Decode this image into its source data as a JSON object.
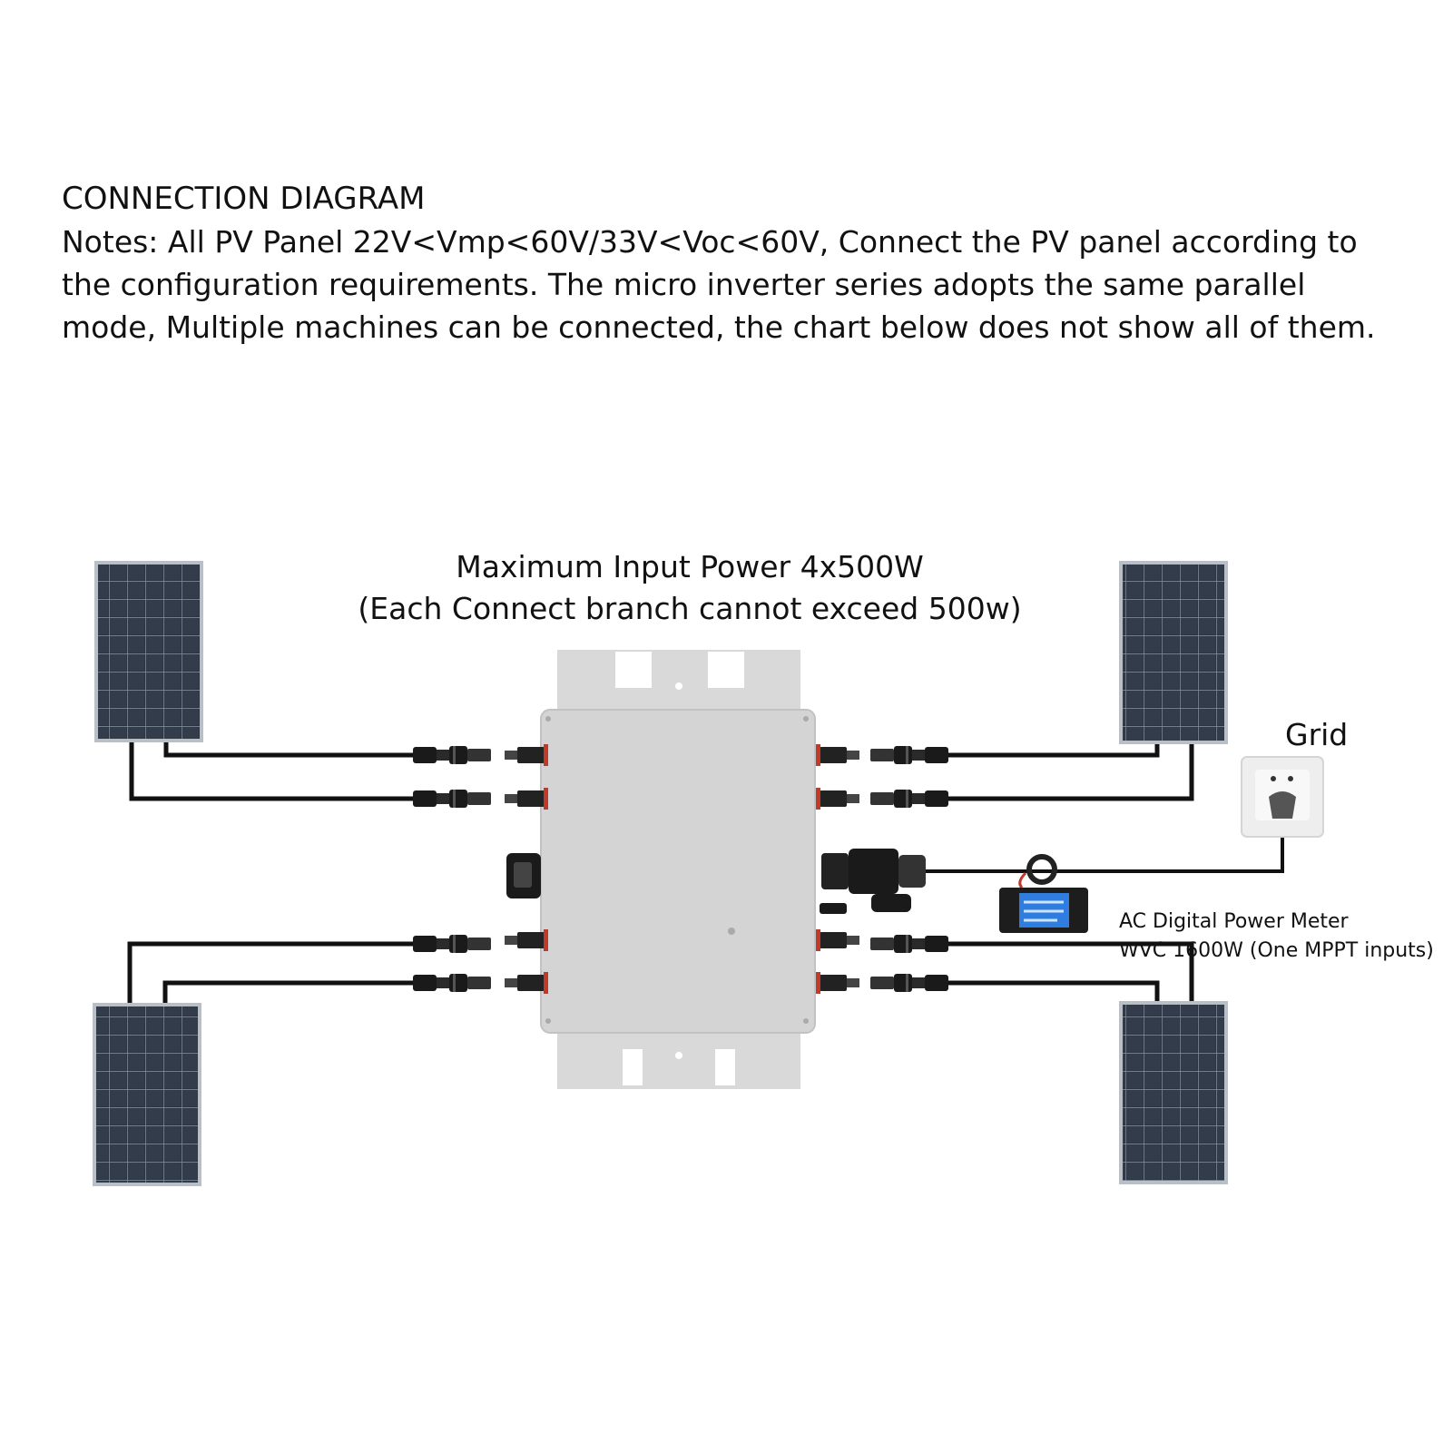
{
  "header": {
    "title": "CONNECTION DIAGRAM",
    "notes": "Notes: All PV Panel 22V<Vmp<60V/33V<Voc<60V, Connect the PV panel according to the configuration requirements. The micro inverter series adopts the same parallel mode, Multiple machines can be connected, the chart below does not show all of them."
  },
  "diagram": {
    "caption_line1": "Maximum Input Power 4x500W",
    "caption_line2": "(Each Connect branch cannot exceed 500w)",
    "grid_label": "Grid",
    "meter_label_line1": "AC Digital Power Meter",
    "meter_label_line2": "WVC 1600W (One MPPT inputs)"
  },
  "colors": {
    "panel": "#2b3440",
    "panel_frame": "#b9bfc6",
    "inverter": "#d4d4d4",
    "inverter_mount": "#d9d9d9",
    "cable": "#111111",
    "connector_accent": "#c0392b",
    "meter_screen": "#2f7de0"
  },
  "icons": [
    "solar-panel-icon",
    "micro-inverter-icon",
    "mc4-connector-icon",
    "wall-socket-icon",
    "power-meter-icon"
  ]
}
